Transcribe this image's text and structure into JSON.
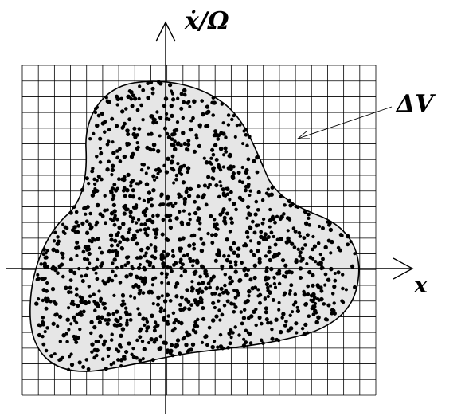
{
  "labels": {
    "y_axis": "ẋ/Ω",
    "x_axis": "x",
    "volume": "ΔV"
  },
  "colors": {
    "ink": "#000000",
    "region_fill": "#e6e6e6",
    "background": "#ffffff"
  },
  "grid": {
    "rows": 21,
    "cols": 22
  },
  "points": {
    "count": 1400,
    "seed": 7
  }
}
